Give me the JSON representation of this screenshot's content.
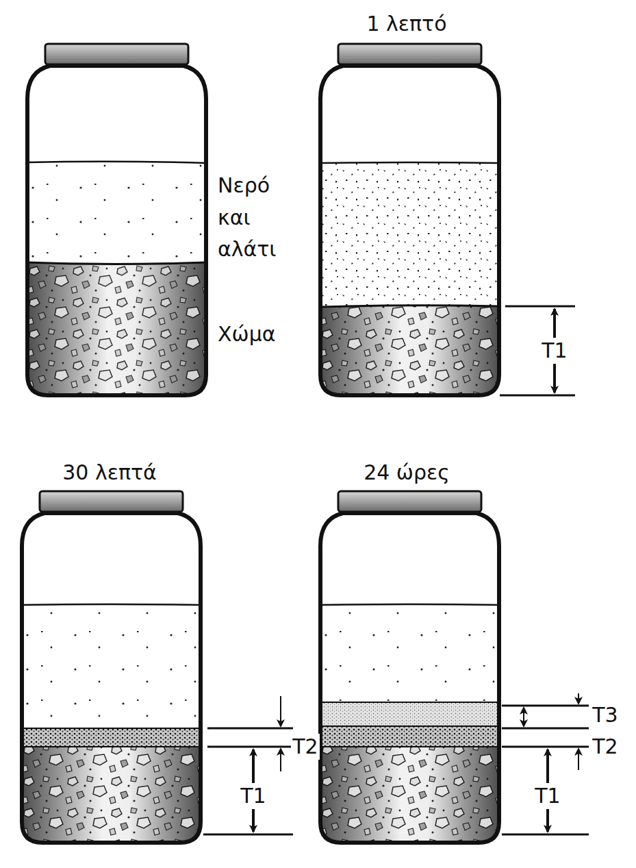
{
  "diagram": {
    "labels": [
      "1 λεπτό",
      "Νερό και αλάτι",
      "Χώμα",
      "T1",
      "30 λεπτά",
      "24 ώρες",
      "T2",
      "T1",
      "T3",
      "T2",
      "T1"
    ]
  }
}
